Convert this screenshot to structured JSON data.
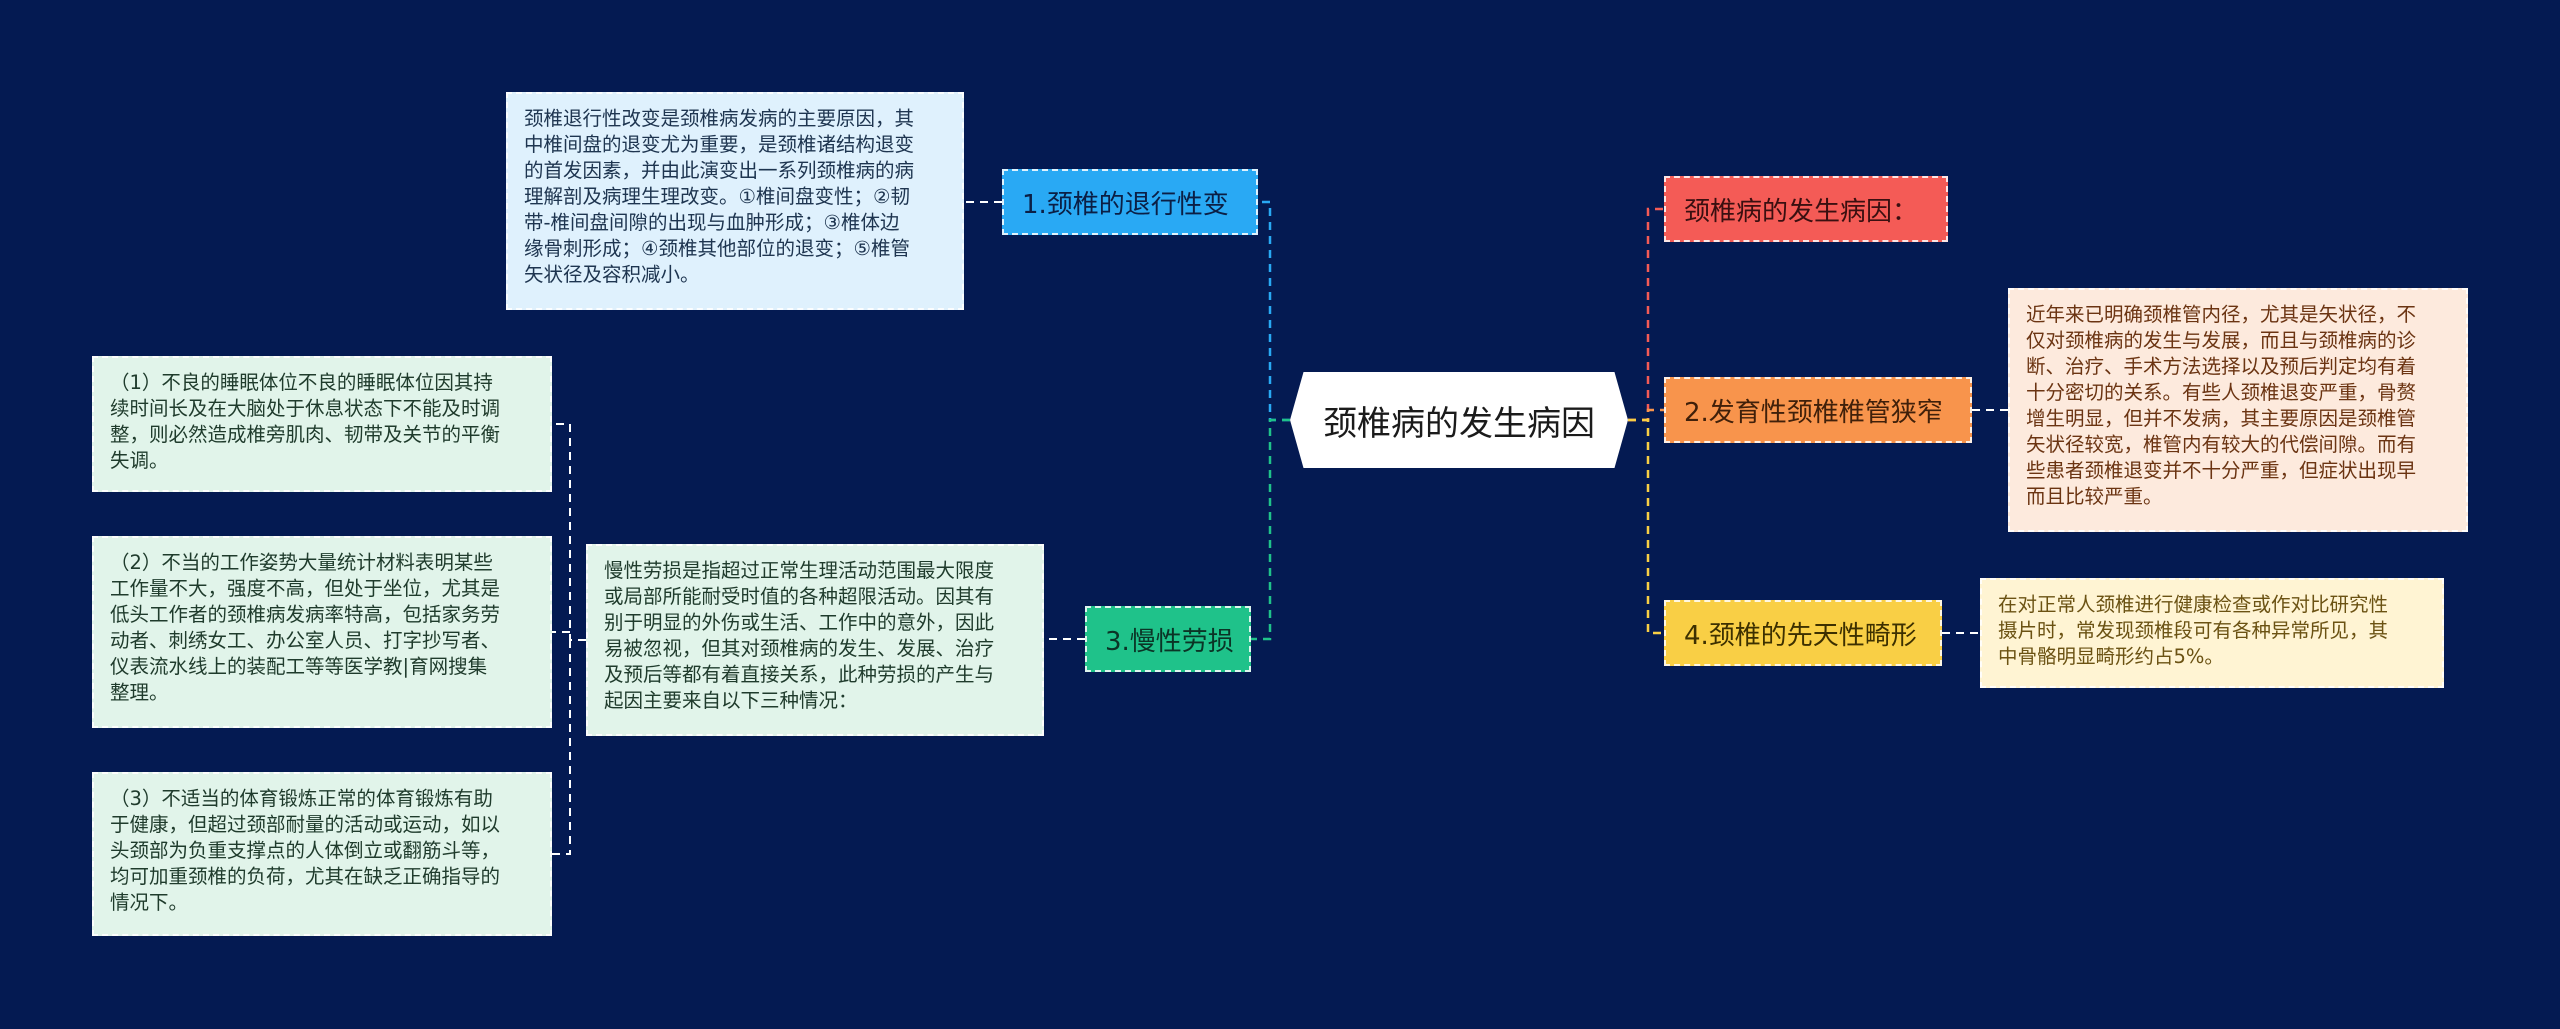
{
  "root": {
    "label": "颈椎病的发生病因"
  },
  "colors": {
    "background": "#041a52",
    "branch_blue": "#29a9f4",
    "branch_green": "#1fc28a",
    "branch_red": "#f45b56",
    "branch_orange": "#f8944c",
    "branch_yellow": "#f9cf45"
  },
  "branches": {
    "degeneration": {
      "label": "1.颈椎的退行性变",
      "detail": "颈椎退行性改变是颈椎病发病的主要原因，其\n中椎间盘的退变尤为重要，是颈椎诸结构退变\n的首发因素，并由此演变出一系列颈椎病的病\n理解剖及病理生理改变。①椎间盘变性；②韧\n带-椎间盘间隙的出现与血肿形成；③椎体边\n缘骨刺形成；④颈椎其他部位的退变；⑤椎管\n矢状径及容积减小。"
    },
    "strain": {
      "label": "3.慢性劳损",
      "detail": "慢性劳损是指超过正常生理活动范围最大限度\n或局部所能耐受时值的各种超限活动。因其有\n别于明显的外伤或生活、工作中的意外，因此\n易被忽视，但其对颈椎病的发生、发展、治疗\n及预后等都有着直接关系，此种劳损的产生与\n起因主要来自以下三种情况：",
      "cases": [
        "（1）不良的睡眠体位不良的睡眠体位因其持\n续时间长及在大脑处于休息状态下不能及时调\n整，则必然造成椎旁肌肉、韧带及关节的平衡\n失调。",
        "（2）不当的工作姿势大量统计材料表明某些\n工作量不大，强度不高，但处于坐位，尤其是\n低头工作者的颈椎病发病率特高，包括家务劳\n动者、刺绣女工、办公室人员、打字抄写者、\n仪表流水线上的装配工等等医学教|育网搜集\n整理。",
        "（3）不适当的体育锻炼正常的体育锻炼有助\n于健康，但超过颈部耐量的活动或运动，如以\n头颈部为负重支撑点的人体倒立或翻筋斗等，\n均可加重颈椎的负荷，尤其在缺乏正确指导的\n情况下。"
      ]
    },
    "causes_heading": {
      "label": "颈椎病的发生病因："
    },
    "stenosis": {
      "label": "2.发育性颈椎椎管狭窄",
      "detail": "近年来已明确颈椎管内径，尤其是矢状径，不\n仅对颈椎病的发生与发展，而且与颈椎病的诊\n断、治疗、手术方法选择以及预后判定均有着\n十分密切的关系。有些人颈椎退变严重，骨赘\n增生明显，但并不发病，其主要原因是颈椎管\n矢状径较宽，椎管内有较大的代偿间隙。而有\n些患者颈椎退变并不十分严重，但症状出现早\n而且比较严重。"
    },
    "congenital": {
      "label": "4.颈椎的先天性畸形",
      "detail": "在对正常人颈椎进行健康检查或作对比研究性\n摄片时，常发现颈椎段可有各种异常所见，其\n中骨骼明显畸形约占5%。"
    }
  }
}
